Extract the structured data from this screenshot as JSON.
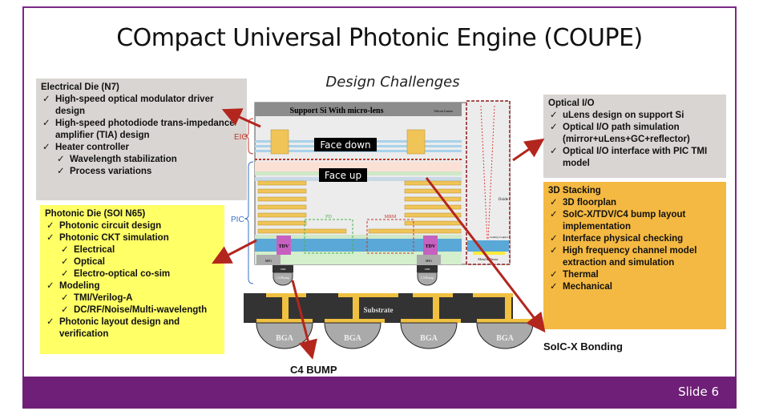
{
  "title": "COmpact Universal Photonic Engine (COUPE)",
  "subtitle": "Design Challenges",
  "footer": "Slide 6",
  "colors": {
    "frame": "#7a2a86",
    "footer": "#6f1f77",
    "gray_box": "#d8d5d2",
    "yellow_box": "#ffff66",
    "orange_box": "#f4b942",
    "arrow": "#b3261e"
  },
  "electrical_die": {
    "heading": "Electrical Die (N7)",
    "items": [
      {
        "text": "High-speed optical modulator driver design",
        "level": 1
      },
      {
        "text": "High-speed photodiode trans-impedance amplifier (TIA) design",
        "level": 1
      },
      {
        "text": "Heater controller",
        "level": 1
      },
      {
        "text": "Wavelength stabilization",
        "level": 2
      },
      {
        "text": "Process variations",
        "level": 2
      }
    ]
  },
  "photonic_die": {
    "heading": "Photonic Die (SOI N65)",
    "items": [
      {
        "text": "Photonic circuit design",
        "level": 1
      },
      {
        "text": "Photonic CKT simulation",
        "level": 1
      },
      {
        "text": "Electrical",
        "level": 2
      },
      {
        "text": "Optical",
        "level": 2
      },
      {
        "text": "Electro-optical co-sim",
        "level": 2
      },
      {
        "text": "Modeling",
        "level": 1
      },
      {
        "text": "TMI/Verilog-A",
        "level": 2
      },
      {
        "text": "DC/RF/Noise/Multi-wavelength",
        "level": 2
      },
      {
        "text": "Photonic layout design and verification",
        "level": 1
      }
    ]
  },
  "optical_io": {
    "heading": "Optical I/O",
    "items": [
      {
        "text": "uLens design on support Si",
        "level": 1
      },
      {
        "text": "Optical I/O path simulation (mirror+uLens+GC+reflector)",
        "level": 1
      },
      {
        "text": "Optical I/O interface with PIC TMI model",
        "level": 1
      }
    ]
  },
  "stacking": {
    "heading": "3D Stacking",
    "items": [
      {
        "text": "3D floorplan",
        "level": 1
      },
      {
        "text": "SoIC-X/TDV/C4 bump layout implementation",
        "level": 1
      },
      {
        "text": "Interface physical checking",
        "level": 1
      },
      {
        "text": "High frequency channel model extraction and simulation",
        "level": 1
      },
      {
        "text": "Thermal",
        "level": 1
      },
      {
        "text": "Mechanical",
        "level": 1
      }
    ]
  },
  "callouts": {
    "c4": "C4 BUMP",
    "soic": "SoIC-X Bonding"
  },
  "diagram": {
    "support": "Support Si With micro-lens",
    "lenses": "Silicon Lenses",
    "face_down": "Face down",
    "face_up": "Face up",
    "eic": "EIC",
    "pic": "PIC",
    "tdv": "TDV",
    "pd": "PD",
    "mrm": "MRM",
    "oxide": "Oxide",
    "grating": "Grating Coupler",
    "reflector": "Metal Reflector",
    "mb1": "MB1",
    "ubm": "UBM",
    "c4": "C4 Bump",
    "substrate": "Substrate",
    "bga": "BGA"
  }
}
